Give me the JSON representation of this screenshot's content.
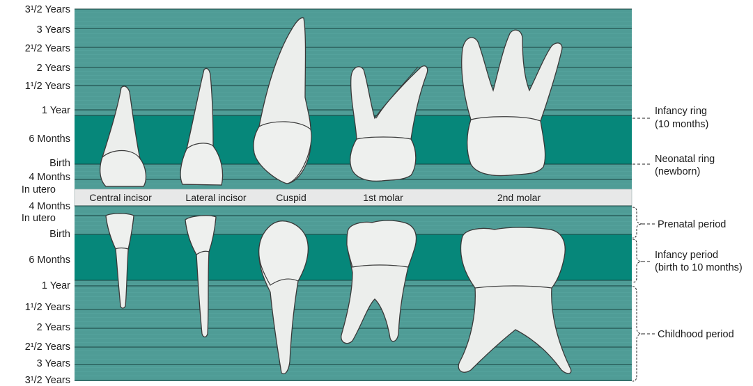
{
  "age_scale_top": [
    "3¹/2 Years",
    "3 Years",
    "2¹/2 Years",
    "2 Years",
    "1¹/2 Years",
    "1 Year",
    "6 Months",
    "Birth",
    "4 Months",
    "In utero"
  ],
  "age_scale_bottom": [
    "4 Months",
    "In utero",
    "Birth",
    "6 Months",
    "1 Year",
    "1¹/2 Years",
    "2 Years",
    "2¹/2 Years",
    "3 Years",
    "3¹/2 Years"
  ],
  "teeth": [
    "Central incisor",
    "Lateral incisor",
    "Cuspid",
    "1st molar",
    "2nd molar"
  ],
  "annotations": {
    "infancy_ring_1": "Infancy ring",
    "infancy_ring_2": "(10 months)",
    "neonatal_ring_1": "Neonatal ring",
    "neonatal_ring_2": "(newborn)",
    "prenatal": "Prenatal period",
    "infancy_period_1": "Infancy period",
    "infancy_period_2": "(birth to 10 months)",
    "childhood": "Childhood period"
  },
  "colors": {
    "teal": "#4f9c96",
    "teal_dark": "#06877a",
    "tooth": "#eceeec",
    "panel_gap": "#e7e8e8"
  }
}
